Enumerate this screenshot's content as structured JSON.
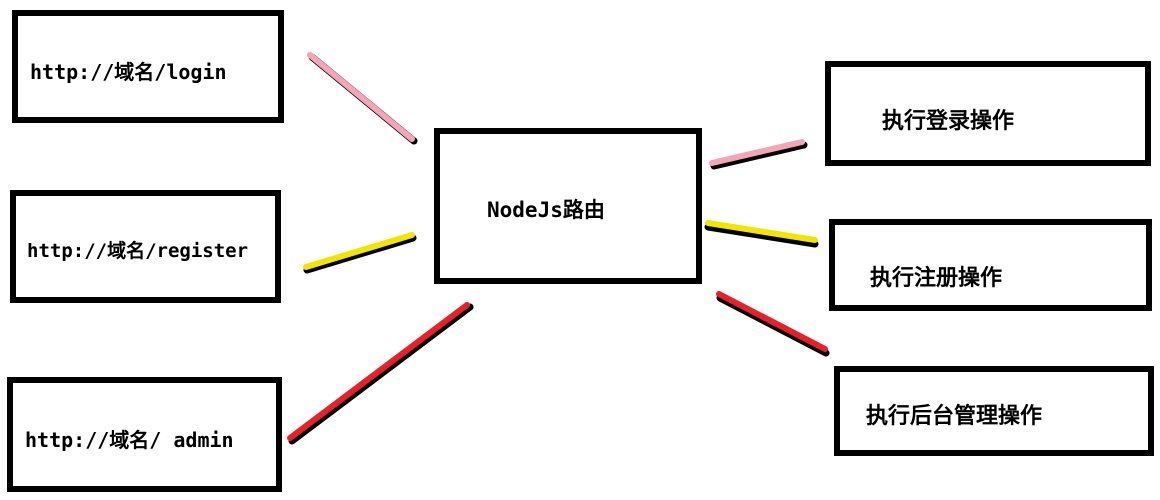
{
  "diagram": {
    "router": {
      "label": "NodeJs路由"
    },
    "requests": [
      {
        "label": "http://域名/login"
      },
      {
        "label": "http://域名/register"
      },
      {
        "label": "http://域名/ admin"
      }
    ],
    "actions": [
      {
        "label": "执行登录操作"
      },
      {
        "label": "执行注册操作"
      },
      {
        "label": "执行后台管理操作"
      }
    ],
    "connector_colors": {
      "login": "#f4a6b8",
      "register": "#f2e600",
      "admin": "#e8202a"
    }
  }
}
